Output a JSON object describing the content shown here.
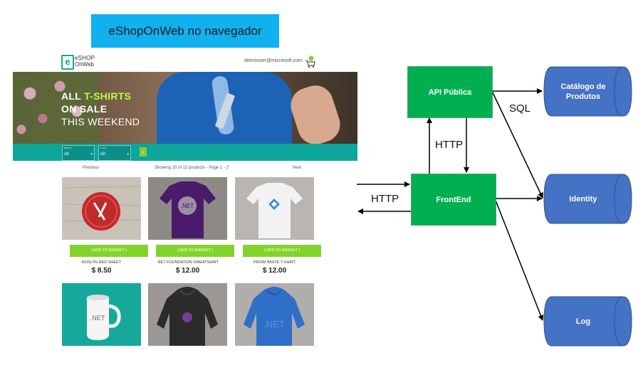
{
  "title": "eShopOnWeb no navegador",
  "eshop": {
    "logo_line1": "eSHOP",
    "logo_line2": "OnWeb",
    "logo_letter": "e",
    "user_email": "demouser@microsoft.com",
    "banner": {
      "line1_a": "ALL ",
      "line1_b": "T-SHIRTS",
      "line2": "ON SALE",
      "line3": "THIS WEEKEND"
    },
    "filters": [
      {
        "label": "BRAND",
        "value": "All"
      },
      {
        "label": "TYPE",
        "value": "All"
      }
    ],
    "pager": {
      "previous": "Previous",
      "info": "Showing 10 of 12 products - Page 1 - 2",
      "next": "Next"
    },
    "products": [
      {
        "name": "ROSLYN RED SHEET",
        "price": "$ 8.50",
        "button": "[ ADD TO BASKET ]"
      },
      {
        "name": ".NET FOUNDATION SWEATSHIRT",
        "price": "$ 12.00",
        "button": "[ ADD TO BASKET ]"
      },
      {
        "name": "PRISM WHITE T-SHIRT",
        "price": "$ 12.00",
        "button": "[ ADD TO BASKET ]"
      }
    ],
    "product_image_text": {
      "sweatshirt_logo": ".NET",
      "mug_logo": ".NET",
      "hoodie_logo": ".NET"
    }
  },
  "diagram": {
    "nodes": {
      "api": "API Pública",
      "frontend": "FrontEnd",
      "catalog": "Catálogo de Produtos",
      "identity": "Identity",
      "log": "Log"
    },
    "edge_labels": {
      "sql": "SQL",
      "http_vertical": "HTTP",
      "http_browser": "HTTP"
    },
    "colors": {
      "service": "#00b050",
      "database": "#4472c4",
      "title_box": "#11b0ef",
      "basket_button": "#83d32c"
    }
  }
}
